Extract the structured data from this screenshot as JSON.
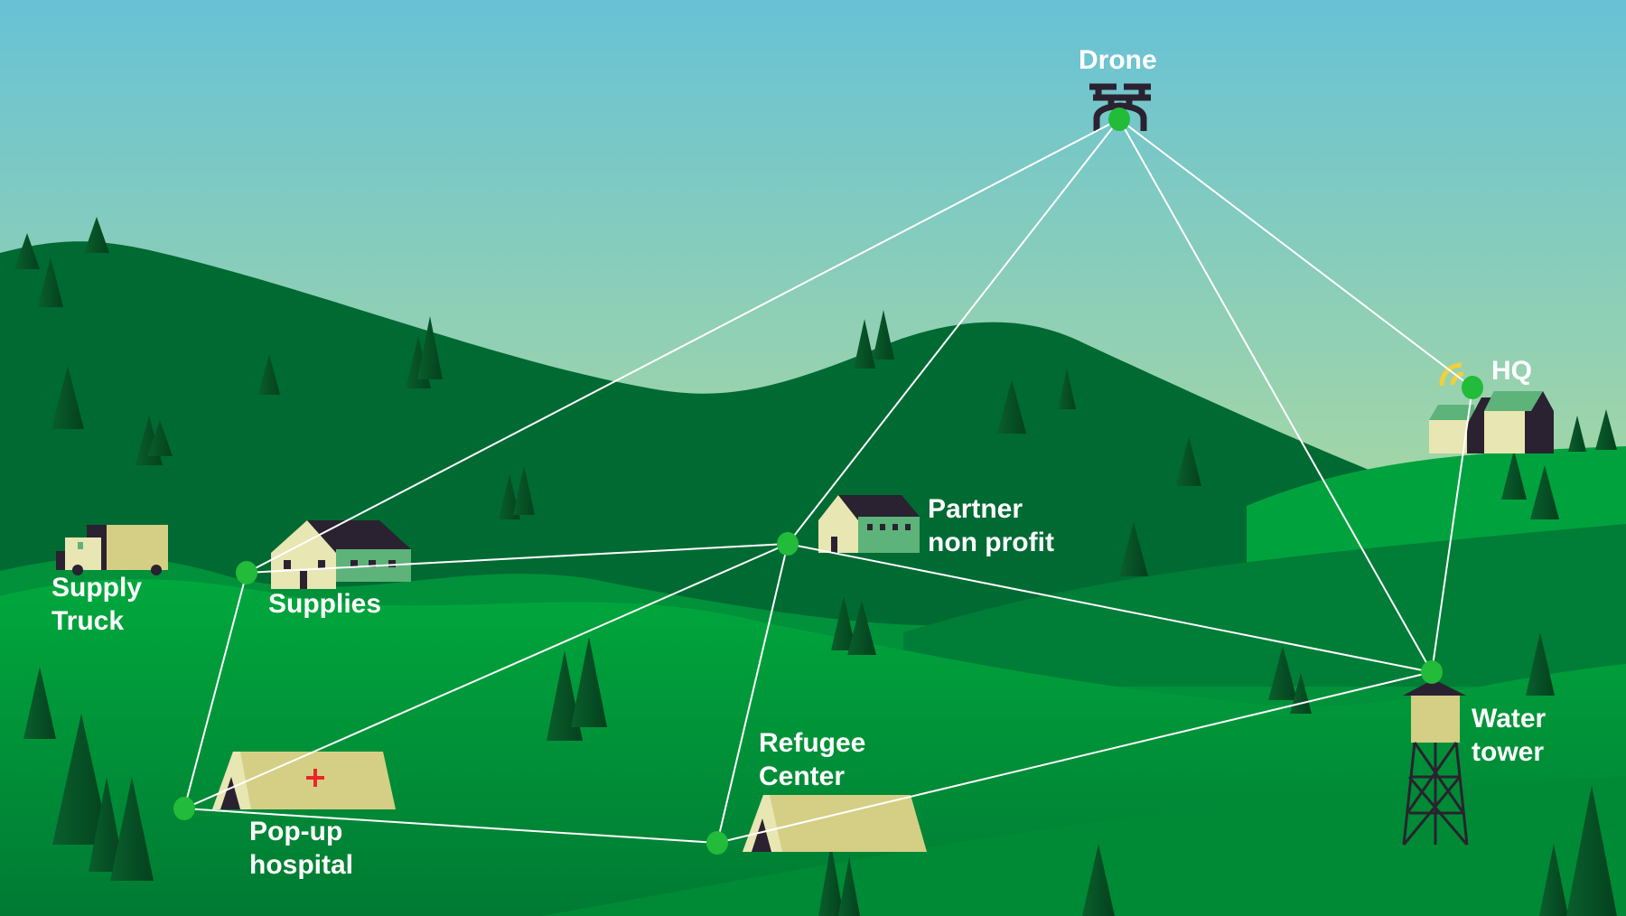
{
  "nodes": [
    {
      "id": "drone",
      "label": "Drone",
      "icon": "drone-icon"
    },
    {
      "id": "hq",
      "label": "HQ",
      "icon": "hq-buildings-icon"
    },
    {
      "id": "supplies",
      "label": "Supplies",
      "icon": "warehouse-icon"
    },
    {
      "id": "partner",
      "label": "Partner\nnon profit",
      "icon": "house-icon"
    },
    {
      "id": "water",
      "label": "Water\ntower",
      "icon": "water-tower-icon"
    },
    {
      "id": "hospital",
      "label": "Pop-up\nhospital",
      "icon": "medical-tent-icon"
    },
    {
      "id": "refugee",
      "label": "Refugee\nCenter",
      "icon": "tent-icon"
    }
  ],
  "extra_labels": {
    "supply_truck": "Supply\nTruck"
  },
  "edges": [
    [
      "drone",
      "supplies"
    ],
    [
      "drone",
      "partner"
    ],
    [
      "drone",
      "water"
    ],
    [
      "drone",
      "hq"
    ],
    [
      "hq",
      "water"
    ],
    [
      "supplies",
      "partner"
    ],
    [
      "supplies",
      "hospital"
    ],
    [
      "partner",
      "hospital"
    ],
    [
      "partner",
      "refugee"
    ],
    [
      "partner",
      "water"
    ],
    [
      "hospital",
      "refugee"
    ],
    [
      "refugee",
      "water"
    ]
  ],
  "colors": {
    "node": "#22bb3a",
    "link": "#ffffff",
    "sky_top": "#69c3d4",
    "sky_bottom": "#a3d6a6",
    "signal": "#f2cf3c",
    "cross": "#e8262b"
  }
}
